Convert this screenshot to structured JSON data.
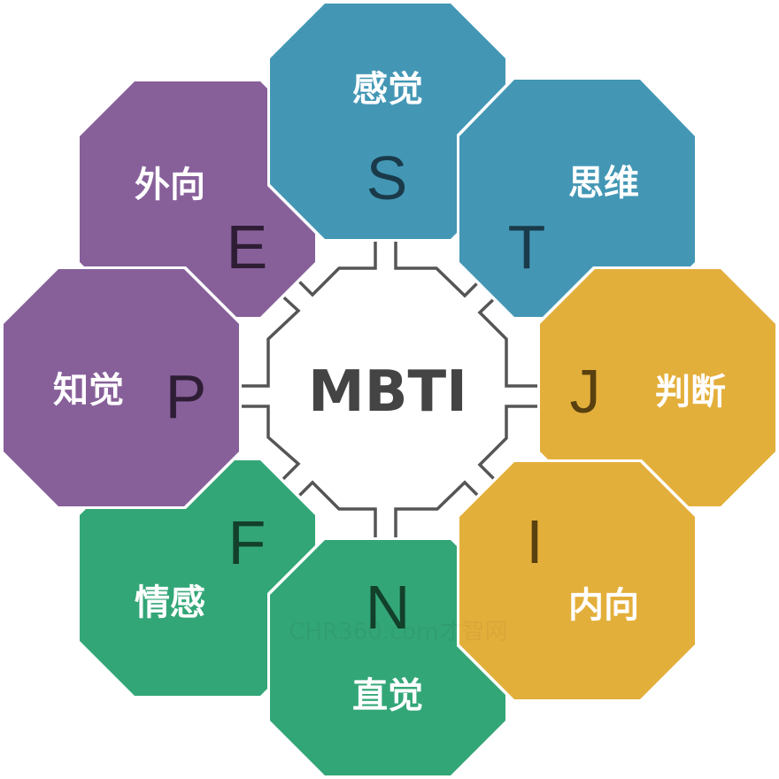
{
  "diagram": {
    "center": {
      "label": "MBTI",
      "color": "#444444",
      "connector_color": "#555555"
    },
    "nodes": [
      {
        "letter": "F",
        "label": "情感",
        "color": "#33a677",
        "letter_color": "#13402b"
      },
      {
        "letter": "E",
        "label": "外向",
        "color": "#87609a",
        "letter_color": "#2e1d35"
      },
      {
        "letter": "P",
        "label": "知觉",
        "color": "#87609a",
        "letter_color": "#2e1d35"
      },
      {
        "letter": "N",
        "label": "直觉",
        "color": "#33a677",
        "letter_color": "#13402b"
      },
      {
        "letter": "S",
        "label": "感觉",
        "color": "#4397b5",
        "letter_color": "#1a3a4a"
      },
      {
        "letter": "T",
        "label": "思维",
        "color": "#4397b5",
        "letter_color": "#1a3a4a"
      },
      {
        "letter": "J",
        "label": "判断",
        "color": "#e3af3b",
        "letter_color": "#59400f"
      },
      {
        "letter": "I",
        "label": "内向",
        "color": "#e3af3b",
        "letter_color": "#59400f"
      }
    ],
    "watermark": "CHR360.com才智网"
  }
}
